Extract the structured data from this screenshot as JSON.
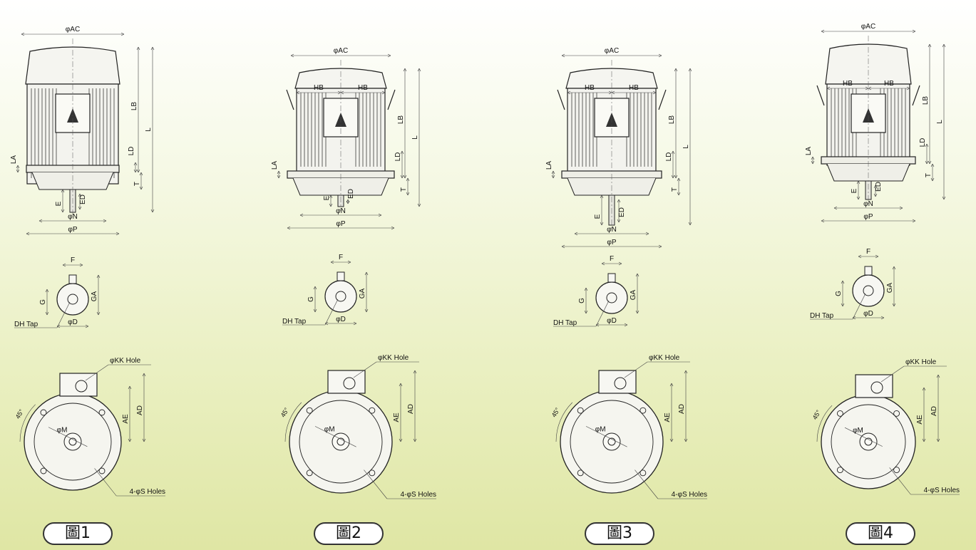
{
  "figures": [
    {
      "caption": "圖1",
      "side_view": {
        "dim_ac": "φAC",
        "dim_hb": "",
        "dim_lb": "LB",
        "dim_l": "L",
        "dim_la": "LA",
        "dim_ld": "LD",
        "dim_t": "T",
        "dim_e": "E",
        "dim_ed": "ED",
        "dim_n": "φN",
        "dim_p": "φP"
      },
      "shaft_view": {
        "dim_f": "F",
        "dim_g": "G",
        "dim_ga": "GA",
        "dim_d": "φD",
        "tap": "DH Tap"
      },
      "front_view": {
        "kk_hole": "φKK Hole",
        "dim_ad": "AD",
        "dim_ae": "AE",
        "angle": "45°",
        "dim_m": "φM",
        "s_holes": "4-φS Holes"
      }
    },
    {
      "caption": "圖2",
      "side_view": {
        "dim_ac": "φAC",
        "dim_hb": "HB",
        "dim_lb": "LB",
        "dim_l": "L",
        "dim_la": "LA",
        "dim_ld": "LD",
        "dim_t": "T",
        "dim_e": "E",
        "dim_ed": "ED",
        "dim_n": "φN",
        "dim_p": "φP"
      },
      "shaft_view": {
        "dim_f": "F",
        "dim_g": "G",
        "dim_ga": "GA",
        "dim_d": "φD",
        "tap": "DH Tap"
      },
      "front_view": {
        "kk_hole": "φKK Hole",
        "dim_ad": "AD",
        "dim_ae": "AE",
        "angle": "45°",
        "dim_m": "φM",
        "s_holes": "4-φS Holes"
      }
    },
    {
      "caption": "圖3",
      "side_view": {
        "dim_ac": "φAC",
        "dim_hb": "HB",
        "dim_lb": "LB",
        "dim_l": "L",
        "dim_la": "LA",
        "dim_ld": "LD",
        "dim_t": "T",
        "dim_e": "E",
        "dim_ed": "ED",
        "dim_n": "φN",
        "dim_p": "φP"
      },
      "shaft_view": {
        "dim_f": "F",
        "dim_g": "G",
        "dim_ga": "GA",
        "dim_d": "φD",
        "tap": "DH Tap"
      },
      "front_view": {
        "kk_hole": "φKK Hole",
        "dim_ad": "AD",
        "dim_ae": "AE",
        "angle": "45°",
        "dim_m": "φM",
        "s_holes": "4-φS Holes"
      }
    },
    {
      "caption": "圖4",
      "side_view": {
        "dim_ac": "φAC",
        "dim_hb": "HB",
        "dim_lb": "LB",
        "dim_l": "L",
        "dim_la": "LA",
        "dim_ld": "LD",
        "dim_t": "T",
        "dim_e": "E",
        "dim_ed": "ED",
        "dim_n": "φN",
        "dim_p": "φP"
      },
      "shaft_view": {
        "dim_f": "F",
        "dim_g": "G",
        "dim_ga": "GA",
        "dim_d": "φD",
        "tap": "DH Tap"
      },
      "front_view": {
        "kk_hole": "φKK Hole",
        "dim_ad": "AD",
        "dim_ae": "AE",
        "angle": "45°",
        "dim_m": "φM",
        "s_holes": "4-φS Holes"
      }
    }
  ],
  "colors": {
    "line": "#222222",
    "motor_body": "#f3f3ee",
    "pill_bg": "#ffffff"
  }
}
